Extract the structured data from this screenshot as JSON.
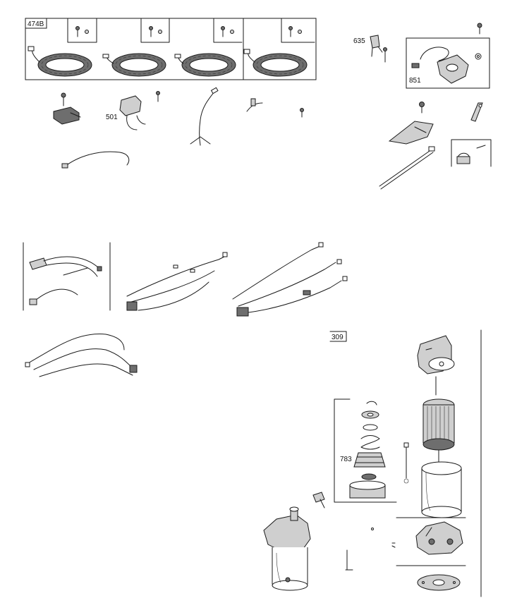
{
  "callouts": {
    "c474b": "474B",
    "c635": "635",
    "c851": "851",
    "c501": "501",
    "c309": "309",
    "c783": "783"
  }
}
